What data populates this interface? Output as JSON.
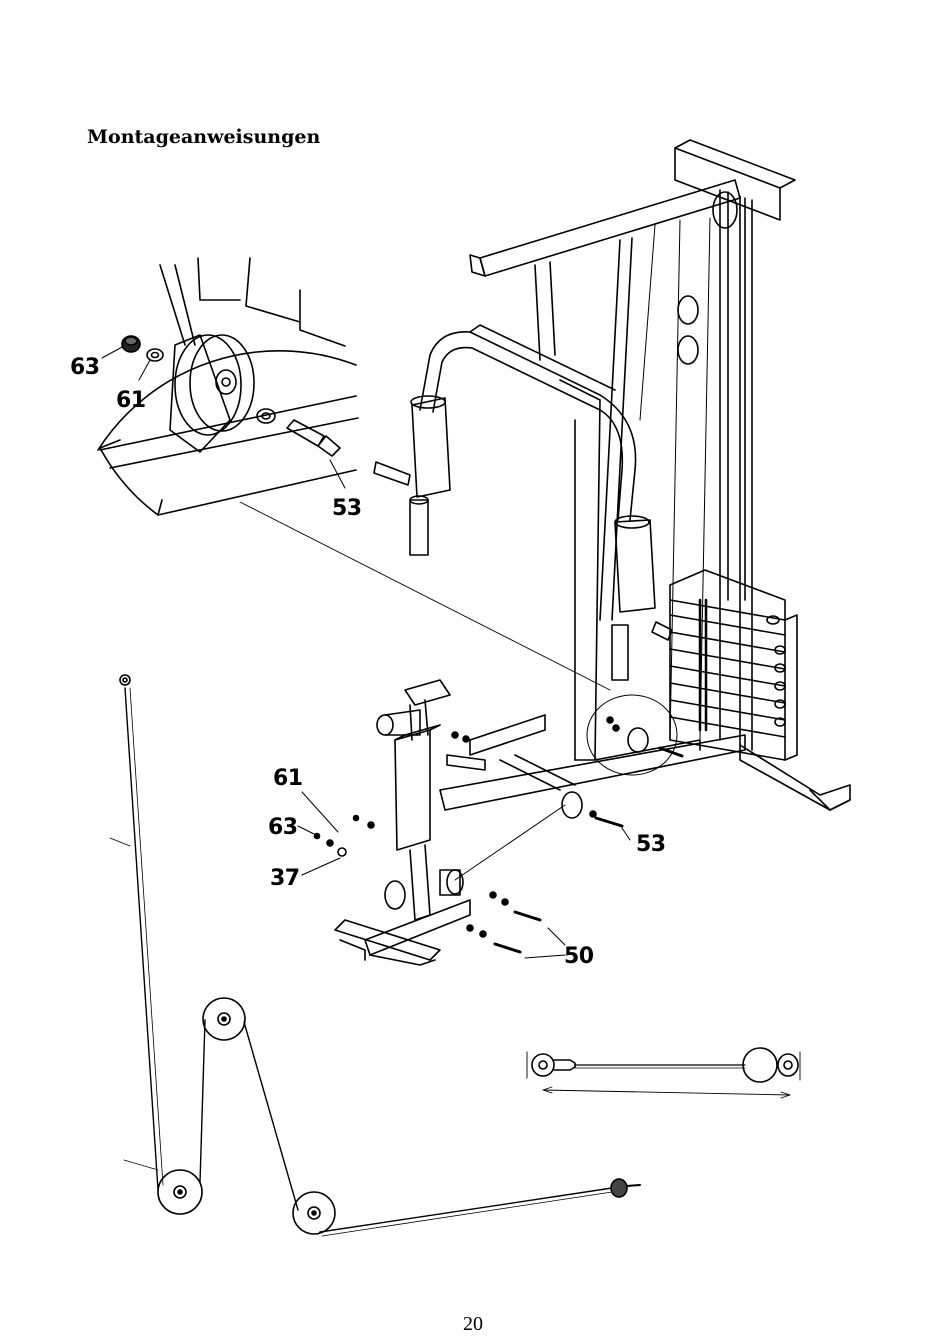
{
  "document": {
    "title": "Montageanweisungen",
    "page_number": "20"
  },
  "callouts": {
    "detail_nut": "63",
    "detail_washer": "61",
    "detail_bolt": "53",
    "base_washer": "61",
    "base_nut": "63",
    "base_spacer": "37",
    "base_pulley_bolt": "53",
    "base_bolts": "50"
  },
  "illustrations": [
    "home-gym-frame",
    "pulley-detail-inset",
    "cable-routing-diagram",
    "cable-dimension-diagram"
  ]
}
